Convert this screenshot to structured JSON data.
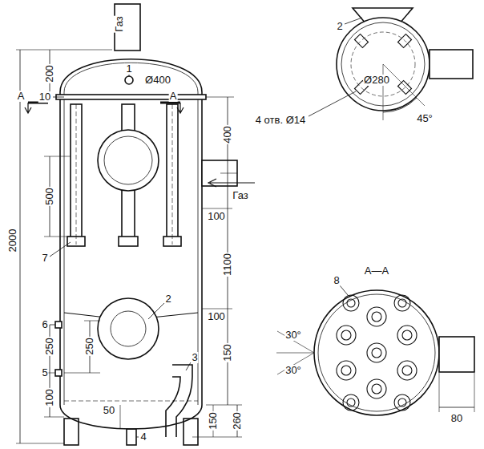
{
  "diagram": {
    "labels": [
      "Газ",
      "1",
      "Ø400",
      "200",
      "10",
      "А",
      "А",
      "400",
      "Газ",
      "500",
      "100",
      "7",
      "2",
      "100",
      "6",
      "3",
      "250",
      "250",
      "5",
      "100",
      "50",
      "4",
      "150",
      "150",
      "260",
      "2000",
      "1100",
      "2",
      "Ø280",
      "4 отв. Ø14",
      "45°",
      "А—А",
      "8",
      "30°",
      "30°",
      "80"
    ]
  }
}
